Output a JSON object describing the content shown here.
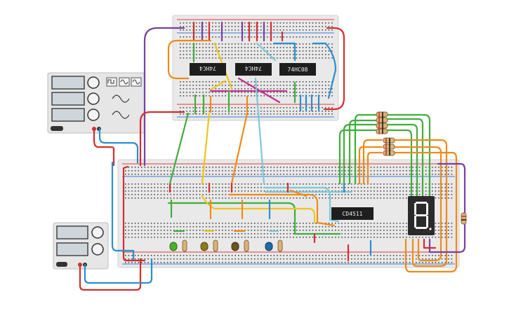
{
  "chips": {
    "c1": "74HC4",
    "c2": "74HC4",
    "c3": "74HC08",
    "c4": "CD4511"
  },
  "display_digit": "8",
  "colors": {
    "board": "#e9e9e9",
    "board_edge": "#d8d8d8",
    "hole": "#4a4a4a",
    "rail_red": "#e03a3a",
    "rail_blue": "#3a7ad8",
    "chip": "#1e1e1e",
    "wire_red": "#d62d2d",
    "wire_blue": "#2a8fd0",
    "wire_green": "#3fae3a",
    "wire_yellow": "#f0c419",
    "wire_orange": "#ef8a17",
    "wire_purple": "#7a3fa0",
    "wire_cyan": "#7cc8d8",
    "wire_magenta": "#c02f8f",
    "led_green": "#4caf2a",
    "led_olive": "#8a7a1e",
    "led_brown": "#6b5423",
    "led_blue": "#1f6aa5",
    "display": "#2a2a2a",
    "segment": "#f4f4f4"
  }
}
